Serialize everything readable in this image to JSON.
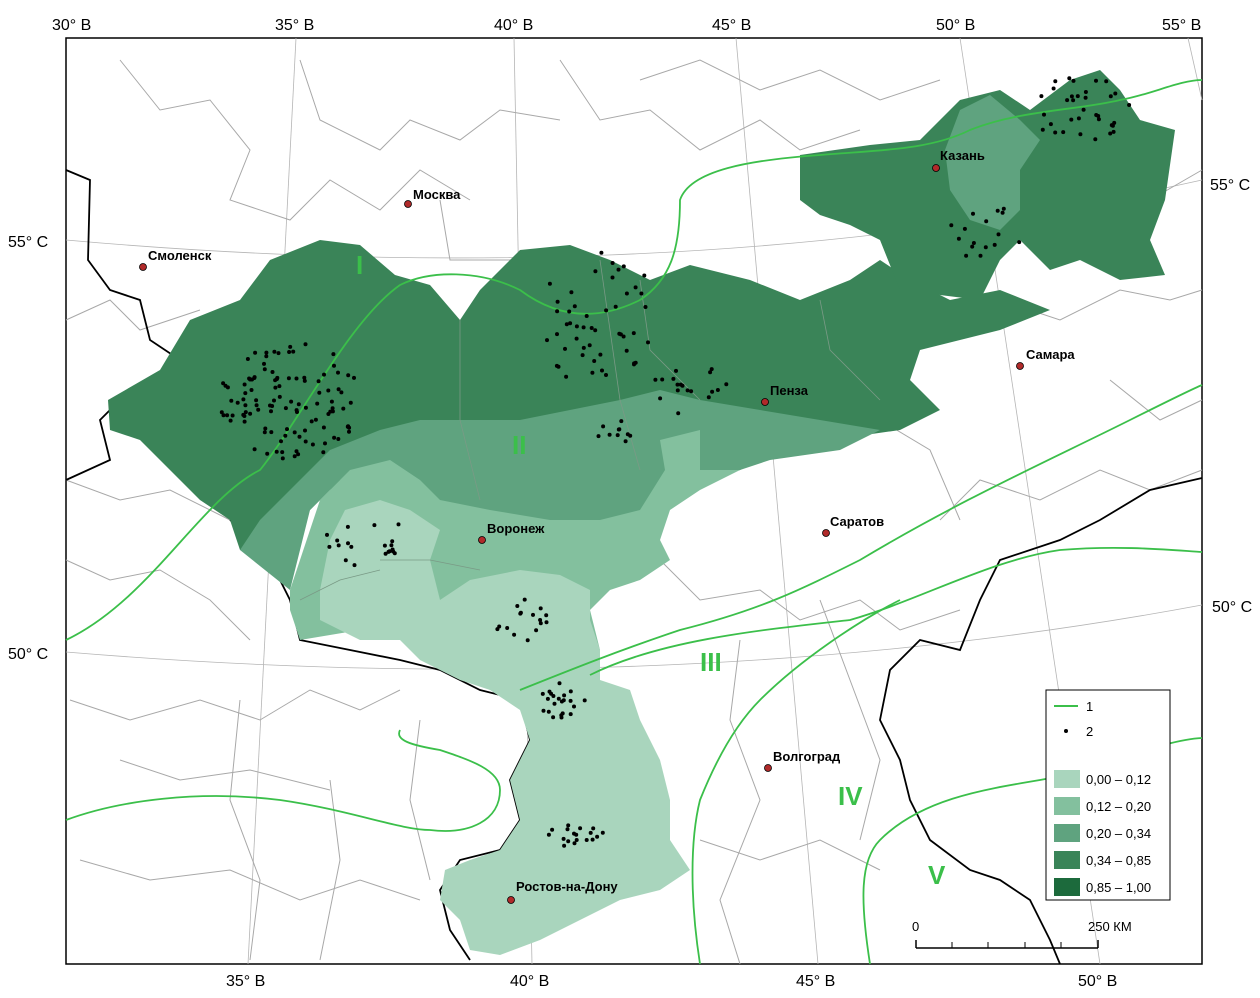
{
  "map": {
    "top_longitudes": [
      "30° В",
      "35° В",
      "40° В",
      "45° В",
      "50° В",
      "55° В"
    ],
    "bottom_longitudes": [
      "35° В",
      "40° В",
      "45° В",
      "50° В"
    ],
    "left_latitudes": [
      "55° С",
      "50° С"
    ],
    "right_latitudes": [
      "55° С",
      "50° С"
    ],
    "cities": [
      "Москва",
      "Смоленск",
      "Казань",
      "Самара",
      "Пенза",
      "Воронеж",
      "Саратов",
      "Волгоград",
      "Ростов-на-Дону"
    ],
    "zones": [
      "I",
      "II",
      "III",
      "IV",
      "V"
    ],
    "colors": {
      "c1": "#a9d5bd",
      "c2": "#83c09e",
      "c3": "#5fa37f",
      "c4": "#3a8458",
      "c5": "#1c6a3c",
      "zone_line": "#3bbf4a"
    }
  },
  "legend": {
    "line_label": "1",
    "point_label": "2",
    "classes": [
      "0,00 – 0,12",
      "0,12 – 0,20",
      "0,20 – 0,34",
      "0,34 – 0,85",
      "0,85 – 1,00"
    ]
  },
  "scale": {
    "zero": "0",
    "end": "250 КМ"
  }
}
